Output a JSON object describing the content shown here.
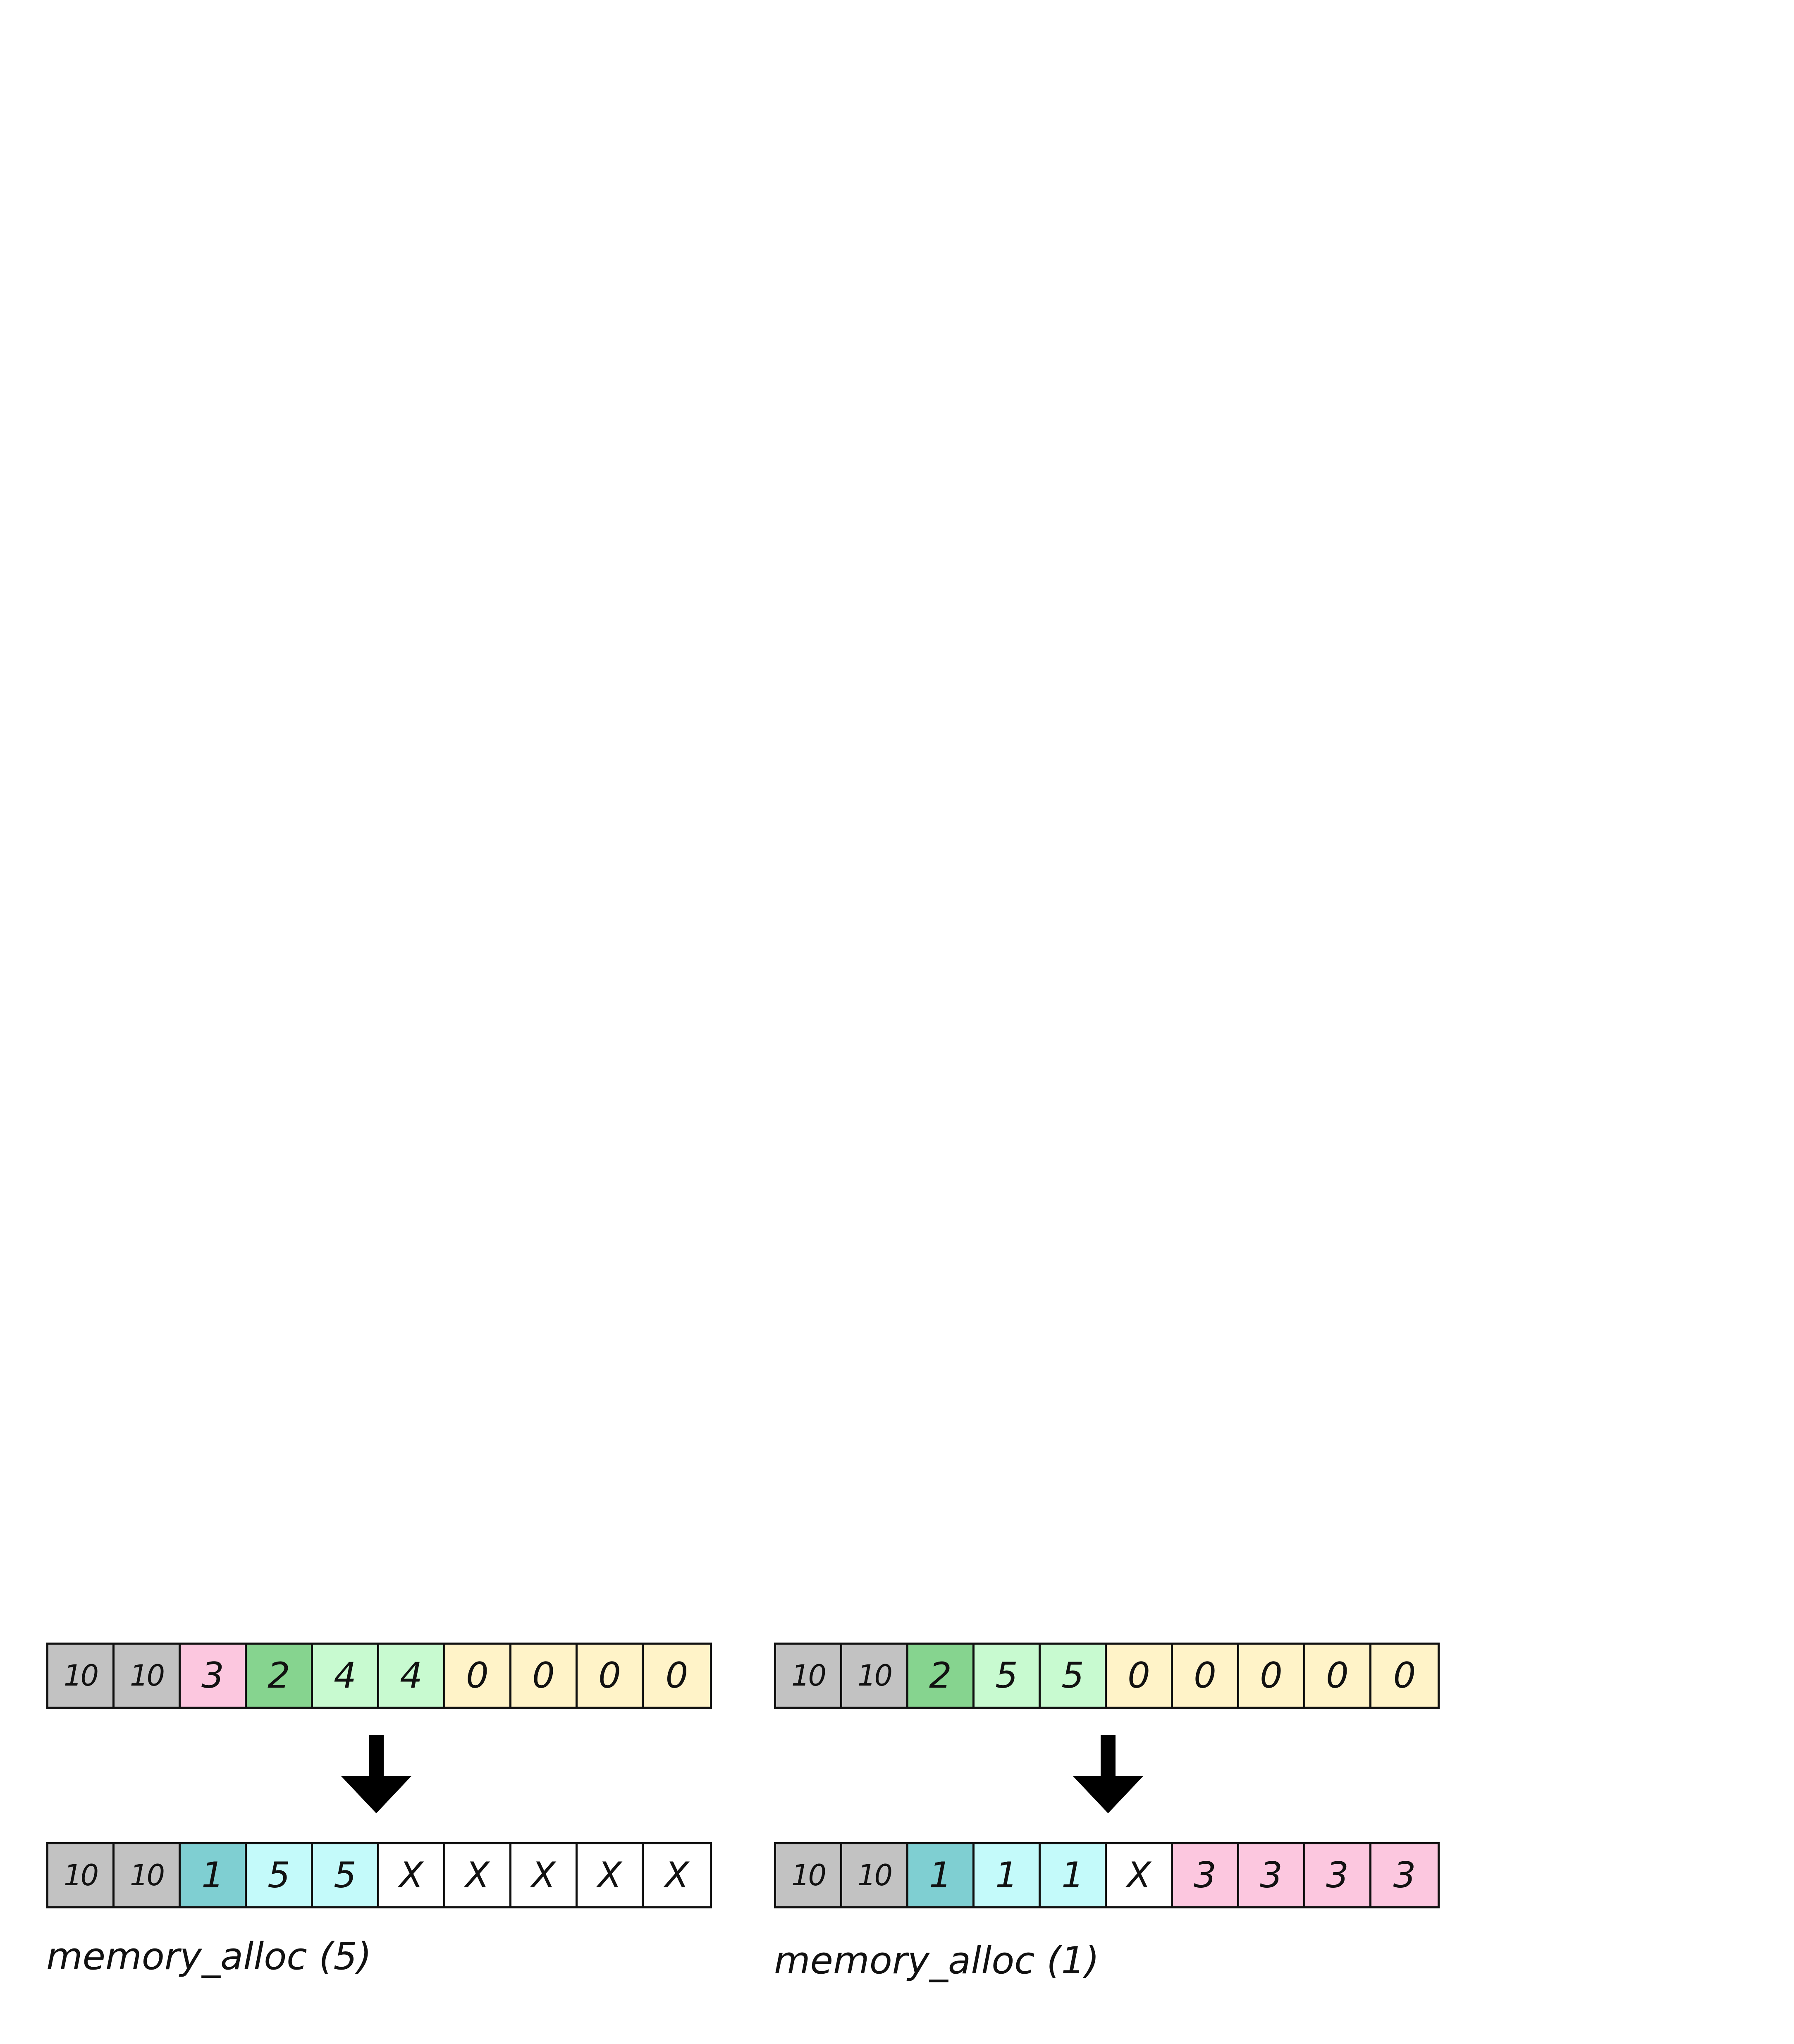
{
  "colors": {
    "gray": "#c2c2c2",
    "pink": "#fcc7df",
    "green": "#86d48f",
    "light_green": "#c8fad0",
    "yellow": "#fff3c8",
    "teal": "#7fcfd2",
    "cyan": "#c4fafa",
    "white": "#ffffff"
  },
  "left": {
    "before": [
      {
        "v": "10",
        "c": "gray"
      },
      {
        "v": "10",
        "c": "gray"
      },
      {
        "v": "3",
        "c": "pink"
      },
      {
        "v": "2",
        "c": "green"
      },
      {
        "v": "4",
        "c": "light_green"
      },
      {
        "v": "4",
        "c": "light_green"
      },
      {
        "v": "0",
        "c": "yellow"
      },
      {
        "v": "0",
        "c": "yellow"
      },
      {
        "v": "0",
        "c": "yellow"
      },
      {
        "v": "0",
        "c": "yellow"
      }
    ],
    "after": [
      {
        "v": "10",
        "c": "gray"
      },
      {
        "v": "10",
        "c": "gray"
      },
      {
        "v": "1",
        "c": "teal"
      },
      {
        "v": "5",
        "c": "cyan"
      },
      {
        "v": "5",
        "c": "cyan"
      },
      {
        "v": "X",
        "c": "white"
      },
      {
        "v": "X",
        "c": "white"
      },
      {
        "v": "X",
        "c": "white"
      },
      {
        "v": "X",
        "c": "white"
      },
      {
        "v": "X",
        "c": "white"
      }
    ],
    "caption": "memory_alloc (5)"
  },
  "right": {
    "before": [
      {
        "v": "10",
        "c": "gray"
      },
      {
        "v": "10",
        "c": "gray"
      },
      {
        "v": "2",
        "c": "green"
      },
      {
        "v": "5",
        "c": "light_green"
      },
      {
        "v": "5",
        "c": "light_green"
      },
      {
        "v": "0",
        "c": "yellow"
      },
      {
        "v": "0",
        "c": "yellow"
      },
      {
        "v": "0",
        "c": "yellow"
      },
      {
        "v": "0",
        "c": "yellow"
      },
      {
        "v": "0",
        "c": "yellow"
      }
    ],
    "after": [
      {
        "v": "10",
        "c": "gray"
      },
      {
        "v": "10",
        "c": "gray"
      },
      {
        "v": "1",
        "c": "teal"
      },
      {
        "v": "1",
        "c": "cyan"
      },
      {
        "v": "1",
        "c": "cyan"
      },
      {
        "v": "X",
        "c": "white"
      },
      {
        "v": "3",
        "c": "pink"
      },
      {
        "v": "3",
        "c": "pink"
      },
      {
        "v": "3",
        "c": "pink"
      },
      {
        "v": "3",
        "c": "pink"
      }
    ],
    "caption": "memory_alloc (1)"
  }
}
